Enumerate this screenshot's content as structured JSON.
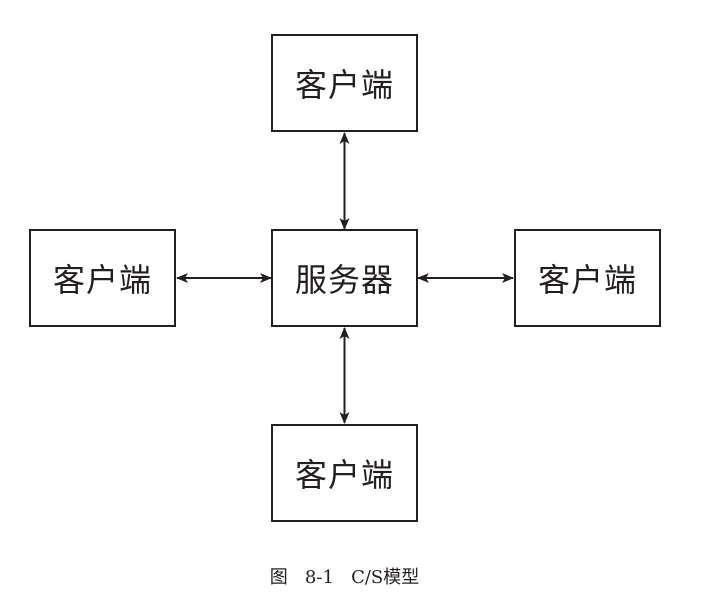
{
  "diagram": {
    "nodes": {
      "top": "客户端",
      "left": "客户端",
      "center": "服务器",
      "right": "客户端",
      "bottom": "客户端"
    },
    "stroke_color": "#231f20"
  },
  "caption": {
    "figure_label": "图",
    "figure_number": "8-1",
    "title": "C/S模型"
  }
}
